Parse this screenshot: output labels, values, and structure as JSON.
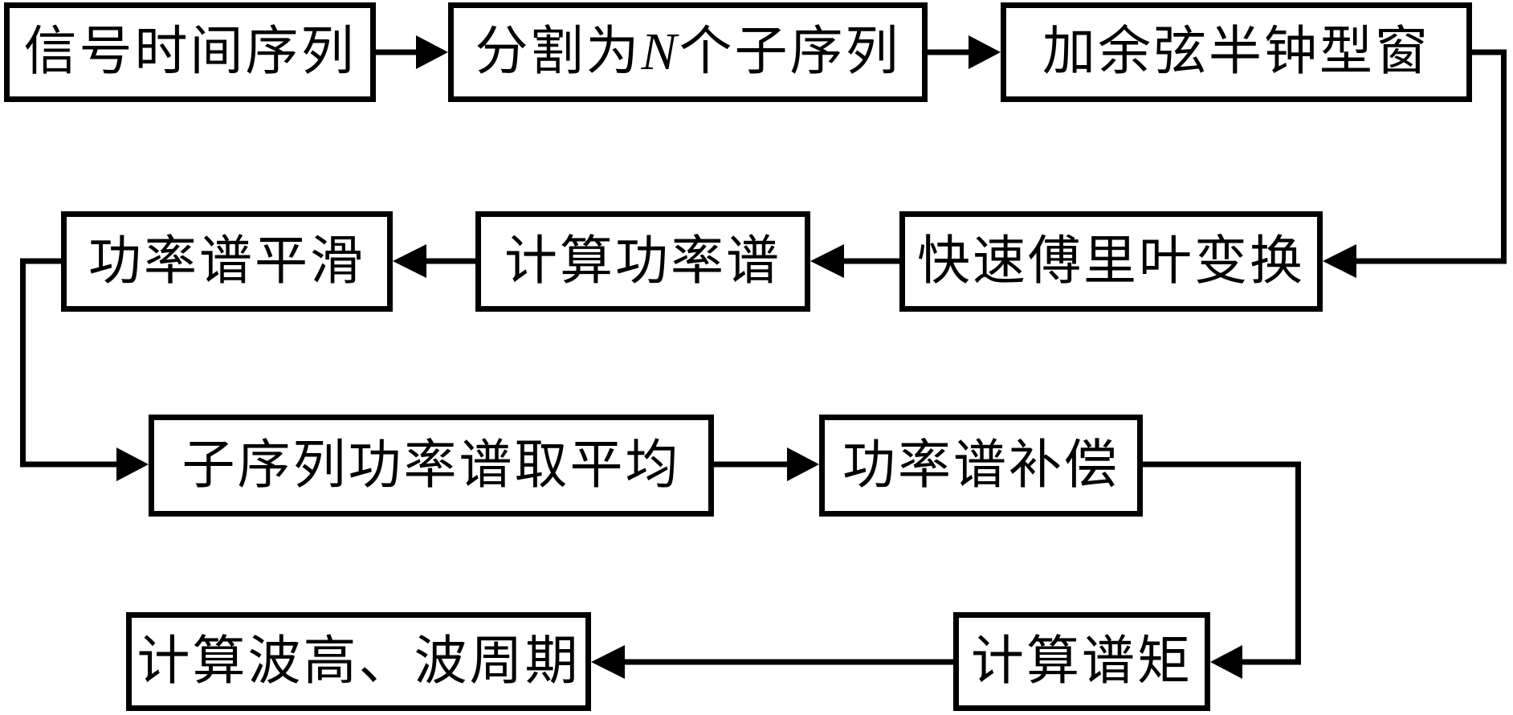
{
  "diagram": {
    "background_color": "#ffffff",
    "line_color": "#000000",
    "box_fill_color": "#ffffff",
    "nodes": {
      "signal_time_series": {
        "label": "信号时间序列"
      },
      "split_n_subsequences": {
        "prefix": "分割为",
        "variable": "N",
        "suffix": "个子序列"
      },
      "cosine_half_bell_window": {
        "label": "加余弦半钟型窗"
      },
      "fft": {
        "label": "快速傅里叶变换"
      },
      "compute_power_spectrum": {
        "label": "计算功率谱"
      },
      "smooth_power_spectrum": {
        "label": "功率谱平滑"
      },
      "average_subseq_spectra": {
        "label": "子序列功率谱取平均"
      },
      "compensate_power_spectrum": {
        "label": "功率谱补偿"
      },
      "compute_spectral_moments": {
        "label": "计算谱矩"
      },
      "compute_wave_height_period": {
        "label": "计算波高、波周期"
      }
    },
    "edges": [
      {
        "from": "signal_time_series",
        "to": "split_n_subsequences"
      },
      {
        "from": "split_n_subsequences",
        "to": "cosine_half_bell_window"
      },
      {
        "from": "cosine_half_bell_window",
        "to": "fft"
      },
      {
        "from": "fft",
        "to": "compute_power_spectrum"
      },
      {
        "from": "compute_power_spectrum",
        "to": "smooth_power_spectrum"
      },
      {
        "from": "smooth_power_spectrum",
        "to": "average_subseq_spectra"
      },
      {
        "from": "average_subseq_spectra",
        "to": "compensate_power_spectrum"
      },
      {
        "from": "compensate_power_spectrum",
        "to": "compute_spectral_moments"
      },
      {
        "from": "compute_spectral_moments",
        "to": "compute_wave_height_period"
      }
    ]
  }
}
